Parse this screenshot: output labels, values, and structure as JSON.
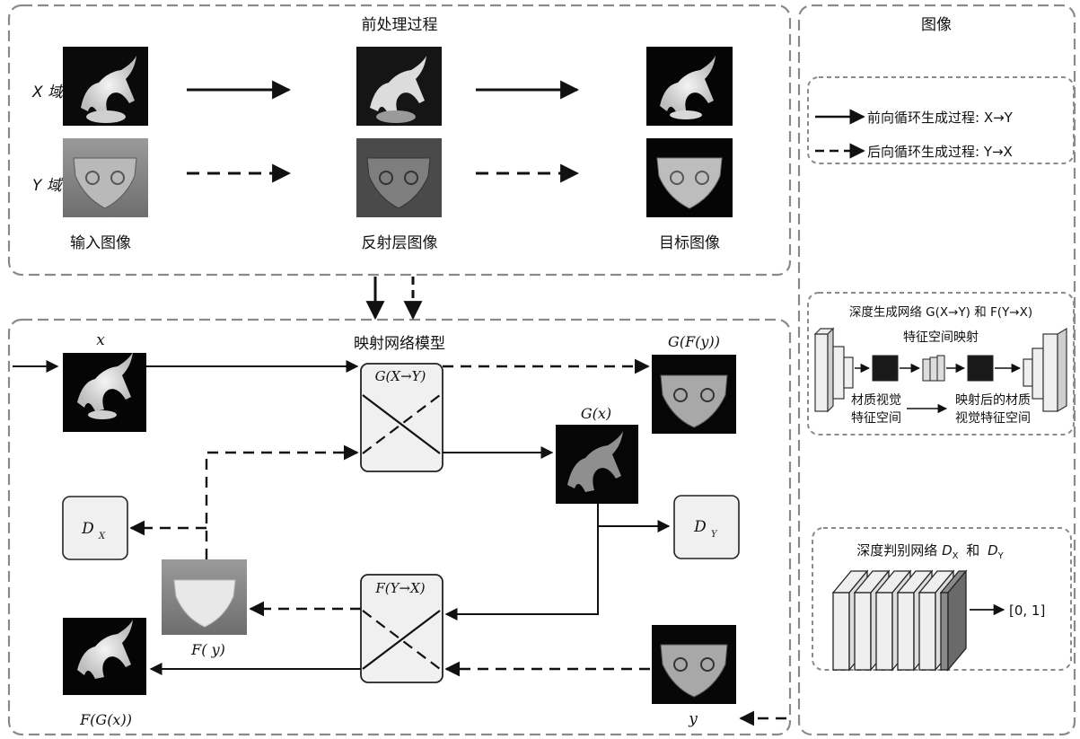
{
  "preprocess": {
    "title": "前处理过程",
    "row_x_label": "X 域",
    "row_y_label": "Y 域",
    "col_input": "输入图像",
    "col_reflect": "反射层图像",
    "col_target": "目标图像"
  },
  "legend": {
    "title": "图像",
    "forward": "前向循环生成过程: X→Y",
    "backward": "后向循环生成过程: Y→X"
  },
  "generator_panel": {
    "title": "深度生成网络 G(X→Y) 和 F(Y→X)",
    "feature_map": "特征空间映射",
    "material_space_1": "材质视觉",
    "material_space_2": "特征空间",
    "mapped_space_1": "映射后的材质",
    "mapped_space_2": "视觉特征空间"
  },
  "discriminator_panel": {
    "title": "深度判别网络 D_X 和 D_Y",
    "title_main": "深度判别网络",
    "dx": "D",
    "dx_sub": "X",
    "and": "和",
    "dy": "D",
    "dy_sub": "Y",
    "output": "[0, 1]"
  },
  "mapping": {
    "title": "映射网络模型",
    "x": "x",
    "y": "y",
    "g_box": "G(X→Y)",
    "f_box": "F(Y→X)",
    "gfy": "G(F(y))",
    "gx": "G(x)",
    "fy": "F( y)",
    "fgx": "F(G(x))",
    "dx_main": "D",
    "dx_sub": "X",
    "dy_main": "D",
    "dy_sub": "Y"
  },
  "colors": {
    "dash_border": "#8a8a8a",
    "arrow": "#111111",
    "box_fill": "#f0f0f0",
    "image_dark": "#0a0a0a",
    "image_gray": "#7a7a7a"
  }
}
